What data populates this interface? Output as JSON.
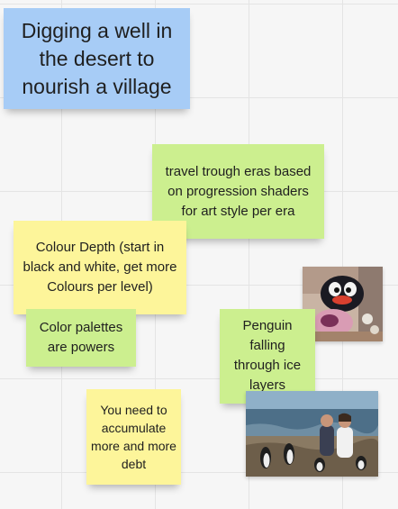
{
  "board": {
    "notes": {
      "title": "Digging a well in the desert to nourish a village",
      "eras": "travel trough eras based on progression shaders for art style per era",
      "colour_depth": "Colour Depth (start in black and white, get more Colours per level)",
      "palettes": "Color palettes are powers",
      "penguin": "Penguin falling through ice layers",
      "debt": "You need to accumulate more and more debt"
    },
    "colors": {
      "blue_note": "#a7ccf6",
      "green_note": "#ccef8f",
      "yellow_note": "#fdf59a",
      "grid_line": "#e4e4e4",
      "background": "#f6f6f6"
    },
    "images": {
      "pingu": "penguin-character-photo",
      "beach": "people-with-penguins-on-beach-photo"
    }
  }
}
